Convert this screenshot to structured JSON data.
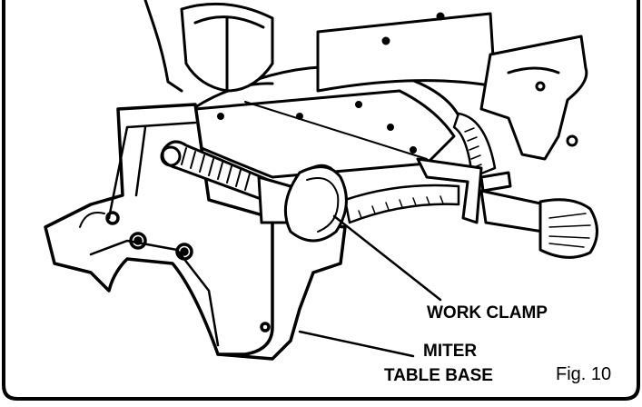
{
  "labels": {
    "work_clamp": "WORK CLAMP",
    "miter_line1": "MITER",
    "miter_line2": "TABLE BASE"
  },
  "figure_number": "Fig. 10",
  "colors": {
    "ink": "#000000",
    "paper": "#ffffff"
  }
}
